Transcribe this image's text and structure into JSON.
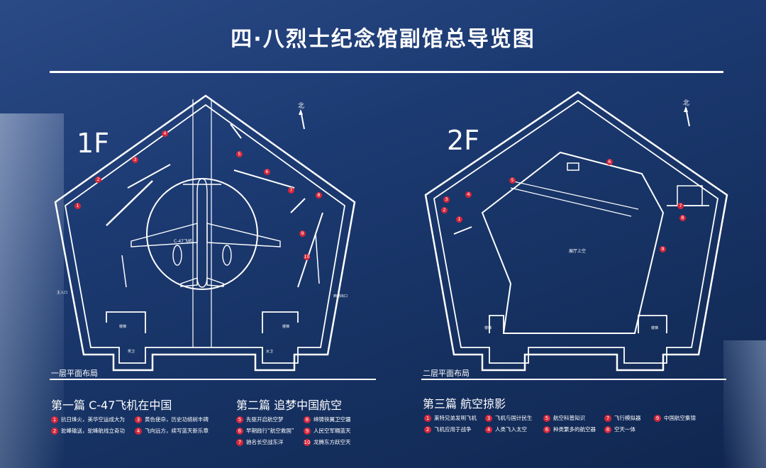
{
  "title": "四·八烈士纪念馆副馆总导览图",
  "compass_label": "北",
  "floor1": {
    "label": "1F",
    "caption": "一层平面布局",
    "labels": {
      "main_entrance": "主入口",
      "exit": "西侧出口",
      "stairs_left": "楼梯",
      "stairs_right": "楼梯",
      "restroom_m": "男卫",
      "restroom_f": "女卫",
      "plane": "C-47飞机"
    },
    "markers": [
      "1",
      "2",
      "3",
      "4",
      "5",
      "6",
      "7",
      "8",
      "9",
      "10"
    ]
  },
  "floor2": {
    "label": "2F",
    "caption": "二层平面布局",
    "labels": {
      "atrium": "展厅上空",
      "stairs_left": "楼梯",
      "stairs_right": "楼梯"
    },
    "markers": [
      "1",
      "2",
      "3",
      "4",
      "5",
      "6",
      "7",
      "8",
      "9"
    ]
  },
  "section1": {
    "title": "第一篇 C-47飞机在中国",
    "items": [
      {
        "num": "1",
        "text": "抗日烽火，美华空运成大为"
      },
      {
        "num": "2",
        "text": "驼峰输送，驼峰航线立奇功"
      },
      {
        "num": "3",
        "text": "黄色使命，历史功绩树丰碑"
      },
      {
        "num": "4",
        "text": "飞向远方，续写蓝天新乐章"
      }
    ]
  },
  "section2": {
    "title": "第二篇 追梦中国航空",
    "items": [
      {
        "num": "5",
        "text": "先驱开启航空梦"
      },
      {
        "num": "6",
        "text": "早期践行“航空救国”"
      },
      {
        "num": "7",
        "text": "驰名长空战东洋"
      },
      {
        "num": "8",
        "text": "缔铸铁翼卫空疆"
      },
      {
        "num": "9",
        "text": "人民空军翱蓝天"
      },
      {
        "num": "10",
        "text": "龙腾东方跃空天"
      }
    ]
  },
  "section3": {
    "title": "第三篇 航空掠影",
    "items": [
      {
        "num": "1",
        "text": "莱特兄弟发明飞机"
      },
      {
        "num": "2",
        "text": "飞机应用于战争"
      },
      {
        "num": "3",
        "text": "飞机与国计民生"
      },
      {
        "num": "4",
        "text": "人类飞入太空"
      },
      {
        "num": "5",
        "text": "航空科普知识"
      },
      {
        "num": "6",
        "text": "种类繁多的航空器"
      },
      {
        "num": "7",
        "text": "飞行模拟器"
      },
      {
        "num": "8",
        "text": "空天一体"
      },
      {
        "num": "9",
        "text": "中国航空集锦"
      }
    ]
  },
  "colors": {
    "background": "#1c3a72",
    "line": "#ffffff",
    "marker": "#d6273a"
  }
}
